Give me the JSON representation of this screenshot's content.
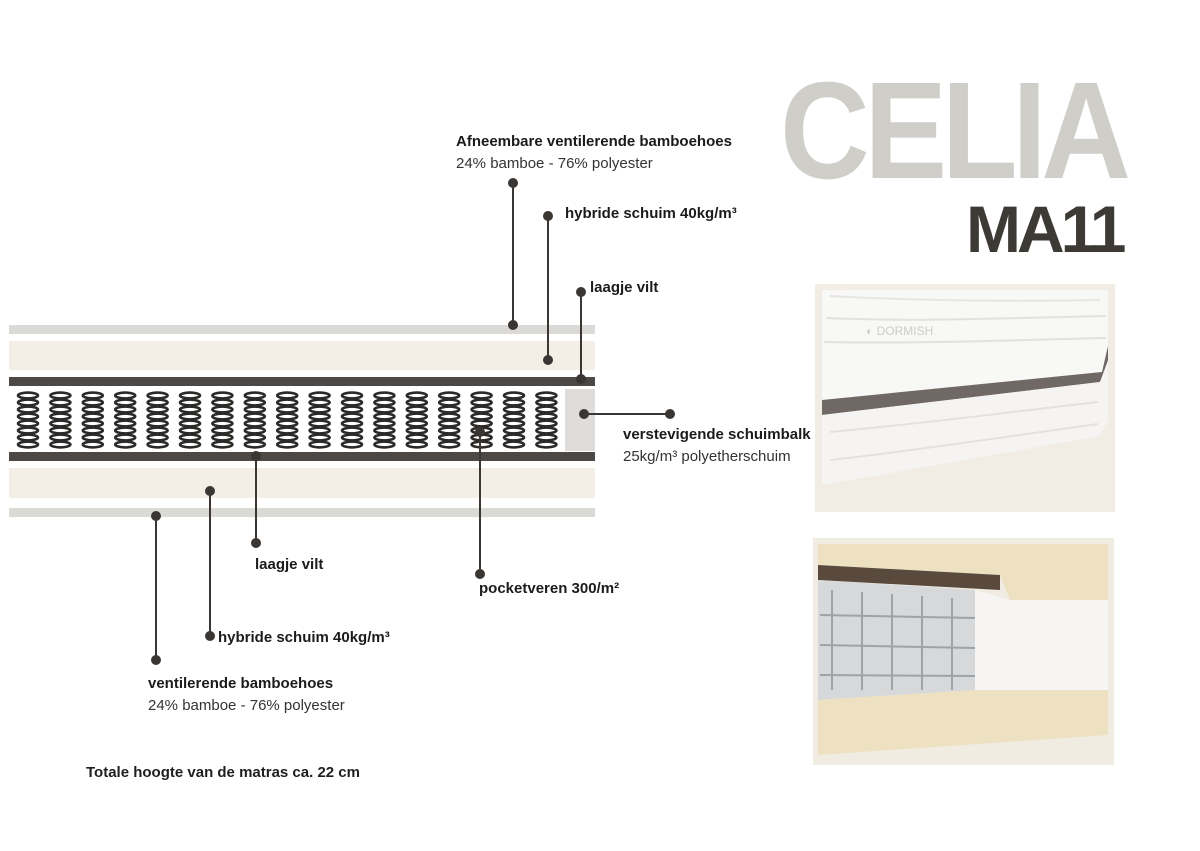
{
  "brand": {
    "title": "CELIA",
    "model": "MA11"
  },
  "labels": {
    "top_cover": {
      "title": "Afneembare ventilerende bamboehoes",
      "detail": "24% bamboe - 76% polyester"
    },
    "top_foam": {
      "title": "hybride schuim 40kg/m³"
    },
    "top_felt": {
      "title": "laagje vilt"
    },
    "side_foam": {
      "title": "verstevigende schuimbalk",
      "detail": "25kg/m³ polyetherschuim"
    },
    "bottom_felt": {
      "title": "laagje vilt"
    },
    "springs": {
      "title": "pocketveren 300/m²"
    },
    "bottom_foam": {
      "title": "hybride schuim 40kg/m³"
    },
    "bottom_cover": {
      "title": "ventilerende bamboehoes",
      "detail": "24% bamboe - 76% polyester"
    }
  },
  "footer": "Totale hoogte van de matras ca. 22 cm",
  "colors": {
    "cover": "#dcdad6",
    "foam": "#f3eee6",
    "felt": "#4b4845",
    "side_foam": "#dedddc",
    "spring": "#2c2a28",
    "leader": "#3a3633",
    "title_light": "#cfcec9",
    "title_dark": "#3d3a36"
  },
  "photos": [
    {
      "alt": "mattress-corner-photo"
    },
    {
      "alt": "mattress-cross-section-photo"
    }
  ]
}
